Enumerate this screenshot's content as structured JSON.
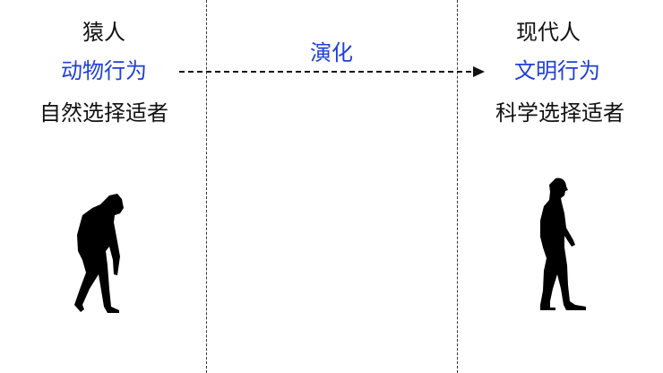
{
  "left": {
    "title": "猿人",
    "behavior": "动物行为",
    "selection": "自然选择适者"
  },
  "middle": {
    "label": "演化"
  },
  "right": {
    "title": "现代人",
    "behavior": "文明行为",
    "selection": "科学选择适者"
  },
  "colors": {
    "accent": "#1f3fd6",
    "text": "#111111"
  },
  "icons": {
    "left_figure": "ape-silhouette-icon",
    "right_figure": "human-silhouette-icon",
    "arrow": "dashed-arrow-right-icon"
  }
}
